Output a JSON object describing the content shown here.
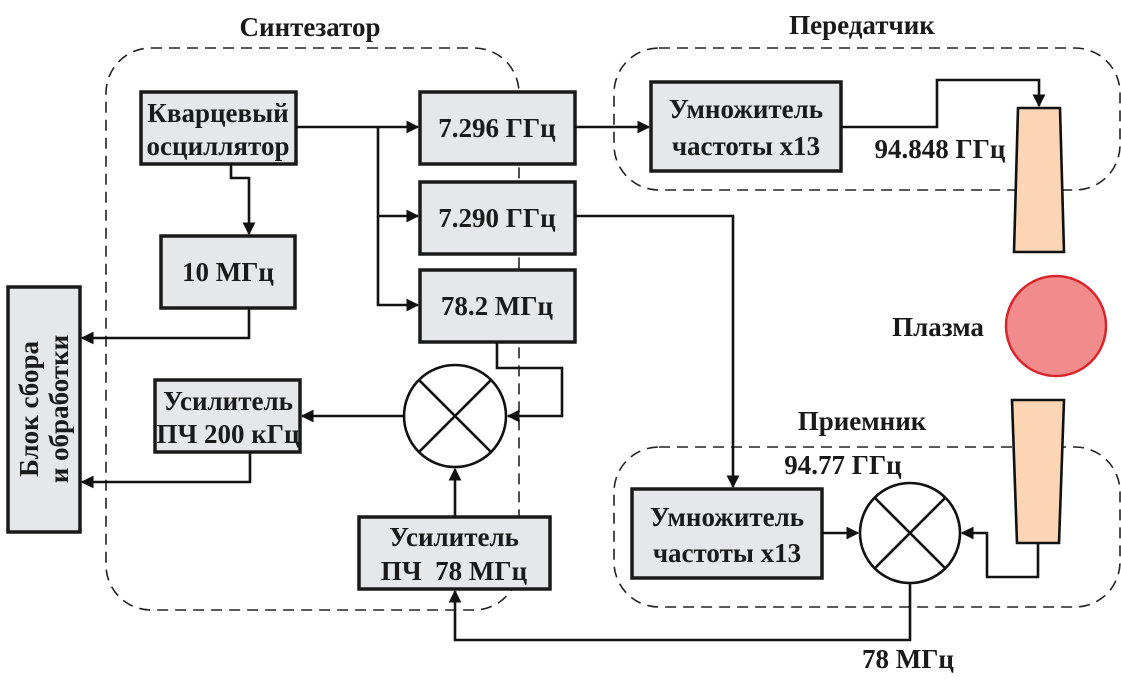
{
  "groups": {
    "synthesizer": "Синтезатор",
    "transmitter": "Передатчик",
    "receiver": "Приемник"
  },
  "blocks": {
    "oscillator": [
      "Кварцевый",
      "осциллятор"
    ],
    "f_7296": "7.296 ГГц",
    "f_7290": "7.290 ГГц",
    "f_10mhz": "10 МГц",
    "f_782": "78.2 МГц",
    "amp_200k": [
      "Усилитель",
      "ПЧ 200 кГц"
    ],
    "amp_78m": [
      "Усилитель",
      "ПЧ  78 МГц"
    ],
    "mult_tx": [
      "Умножитель",
      "частоты х13"
    ],
    "mult_rx": [
      "Умножитель",
      "частоты х13"
    ],
    "daq": [
      "Блок сбора",
      "и обработки"
    ]
  },
  "labels": {
    "tx_freq": "94.848 ГГц",
    "rx_freq": "94.77 ГГц",
    "if_freq": "78 МГц",
    "plasma": "Плазма"
  },
  "colors": {
    "block_fill": "#e6e7e8",
    "horn_fill": "#fcd5b5",
    "plasma_fill": "#f28b8b",
    "plasma_stroke": "#d9262c"
  }
}
